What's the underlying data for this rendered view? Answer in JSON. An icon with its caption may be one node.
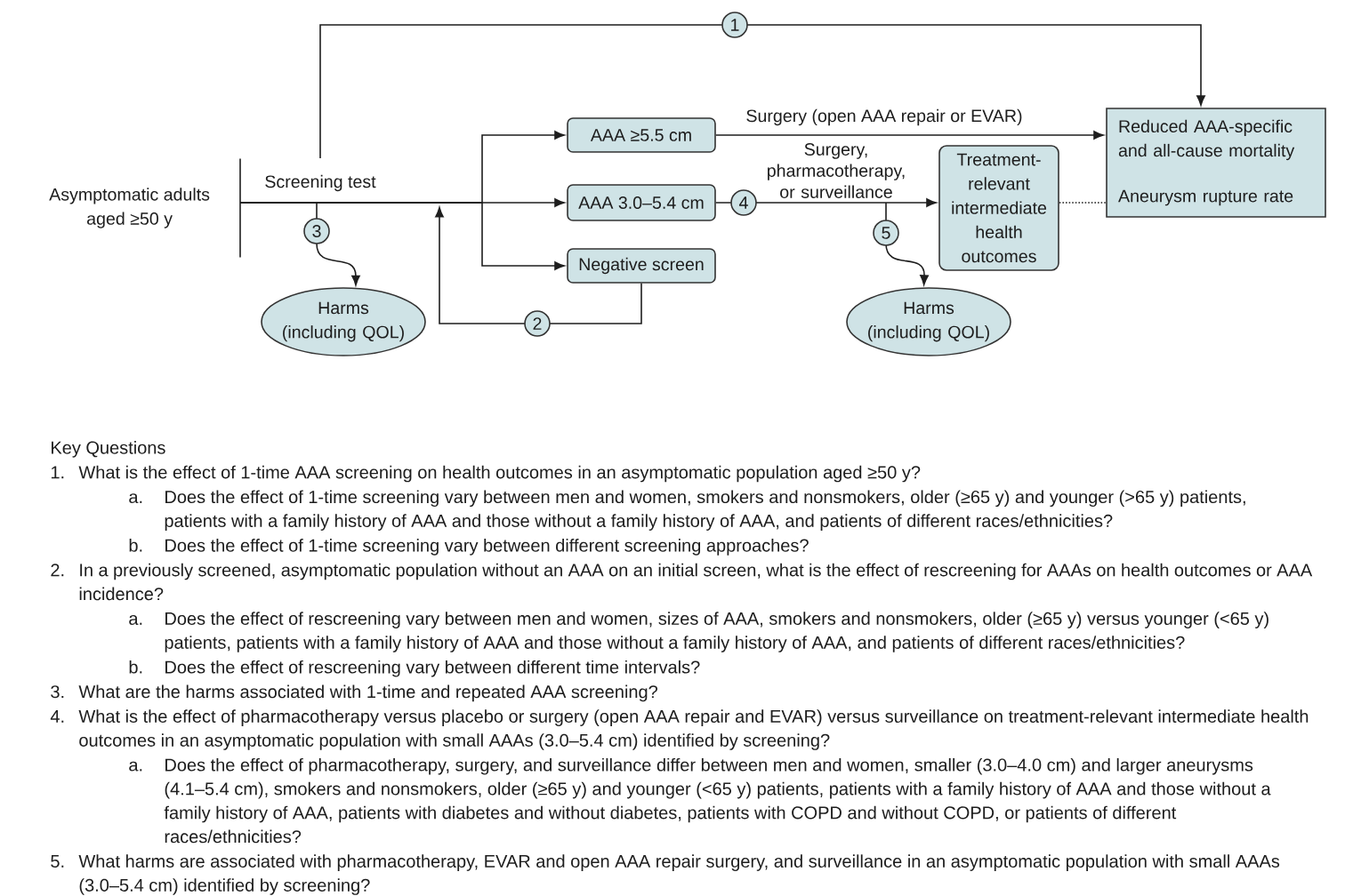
{
  "diagram": {
    "nodes": [
      {
        "text": [
          "Asymptomatic adults aged ≥50 y"
        ]
      },
      {
        "text": [
          "AAA ≥5.5 cm"
        ]
      },
      {
        "text": [
          "AAA 3.0–5.4 cm"
        ]
      },
      {
        "text": [
          "Negative screen"
        ]
      },
      {
        "text": [
          "Harms (including QOL)"
        ]
      },
      {
        "text": [
          "Treatment-relevant intermediate health outcomes"
        ]
      },
      {
        "text": [
          "Harms (including QOL)"
        ]
      },
      {
        "text": [
          "Reduced AAA-specific and all-cause mortality",
          "Aneurysm rupture rate"
        ]
      }
    ],
    "edges": [
      {
        "from": null,
        "to": 7,
        "arrow": "to",
        "label": "1"
      },
      {
        "from": 0,
        "to": 1,
        "arrow": "to"
      },
      {
        "from": 0,
        "to": 2,
        "arrow": "to",
        "label": "Screening test"
      },
      {
        "from": 0,
        "to": 3,
        "arrow": "to"
      },
      {
        "from": null,
        "to": 4,
        "arrow": "to",
        "label": "3"
      },
      {
        "from": 3,
        "to": null,
        "arrow": "to",
        "label": "2"
      },
      {
        "from": 1,
        "to": 7,
        "arrow": "to",
        "label": "Surgery (open AAA repair or EVAR)"
      },
      {
        "from": 2,
        "to": 5,
        "arrow": "to",
        "label": "Surgery, pharmacotherapy, or surveillance"
      },
      {
        "from": null,
        "to": 6,
        "arrow": "to",
        "label": "5"
      },
      {
        "from": 5,
        "to": 7,
        "arrow": "none",
        "style": "dashed"
      }
    ],
    "labels": [
      "4",
      "Key Questions",
      "1.",
      "What is the effect of 1-time AAA screening on health outcomes in an asymptomatic population aged ≥50 y?",
      "a.",
      "Does the effect of 1-time screening vary between men and women, smokers and nonsmokers, older (≥65 y) and younger (>65 y) patients, patients with a family history of AAA and those without a family history of AAA, and patients of different races/ethnicities?",
      "b.",
      "Does the effect of 1-time screening vary between different screening approaches?",
      "2.",
      "In a previously screened, asymptomatic population without an AAA on an initial screen, what is the effect of rescreening for AAAs on health outcomes or AAA incidence?",
      "a.",
      "Does the effect of rescreening vary between men and women, sizes of AAA, smokers and nonsmokers, older (≥65 y) versus younger (<65 y) patients, patients with a family history of AAA and those without a family history of AAA, and patients of different races/ethnicities?",
      "b.",
      "Does the effect of rescreening vary between different time intervals?",
      "3.",
      "What are the harms associated with 1-time and repeated AAA screening?",
      "4.",
      "What is the effect of pharmacotherapy versus placebo or surgery (open AAA repair and EVAR) versus surveillance on treatment-relevant intermediate health outcomes in an asymptomatic population with small AAAs (3.0–5.4 cm) identified by screening?",
      "a.",
      "Does the effect of pharmacotherapy, surgery, and surveillance differ between men and women, smaller (3.0–4.0 cm) and larger aneurysms (4.1–5.4 cm), smokers and nonsmokers, older (≥65 y) and younger (<65 y) patients, patients with a family history of AAA and those without a family history of AAA, patients with diabetes and without diabetes, patients with COPD and without COPD, or patients of different races/ethnicities?",
      "5.",
      "What harms are associated with pharmacotherapy, EVAR and open AAA repair surgery, and surveillance in an asymptomatic population with small AAAs (3.0–5.4 cm) identified by screening?"
    ]
  }
}
